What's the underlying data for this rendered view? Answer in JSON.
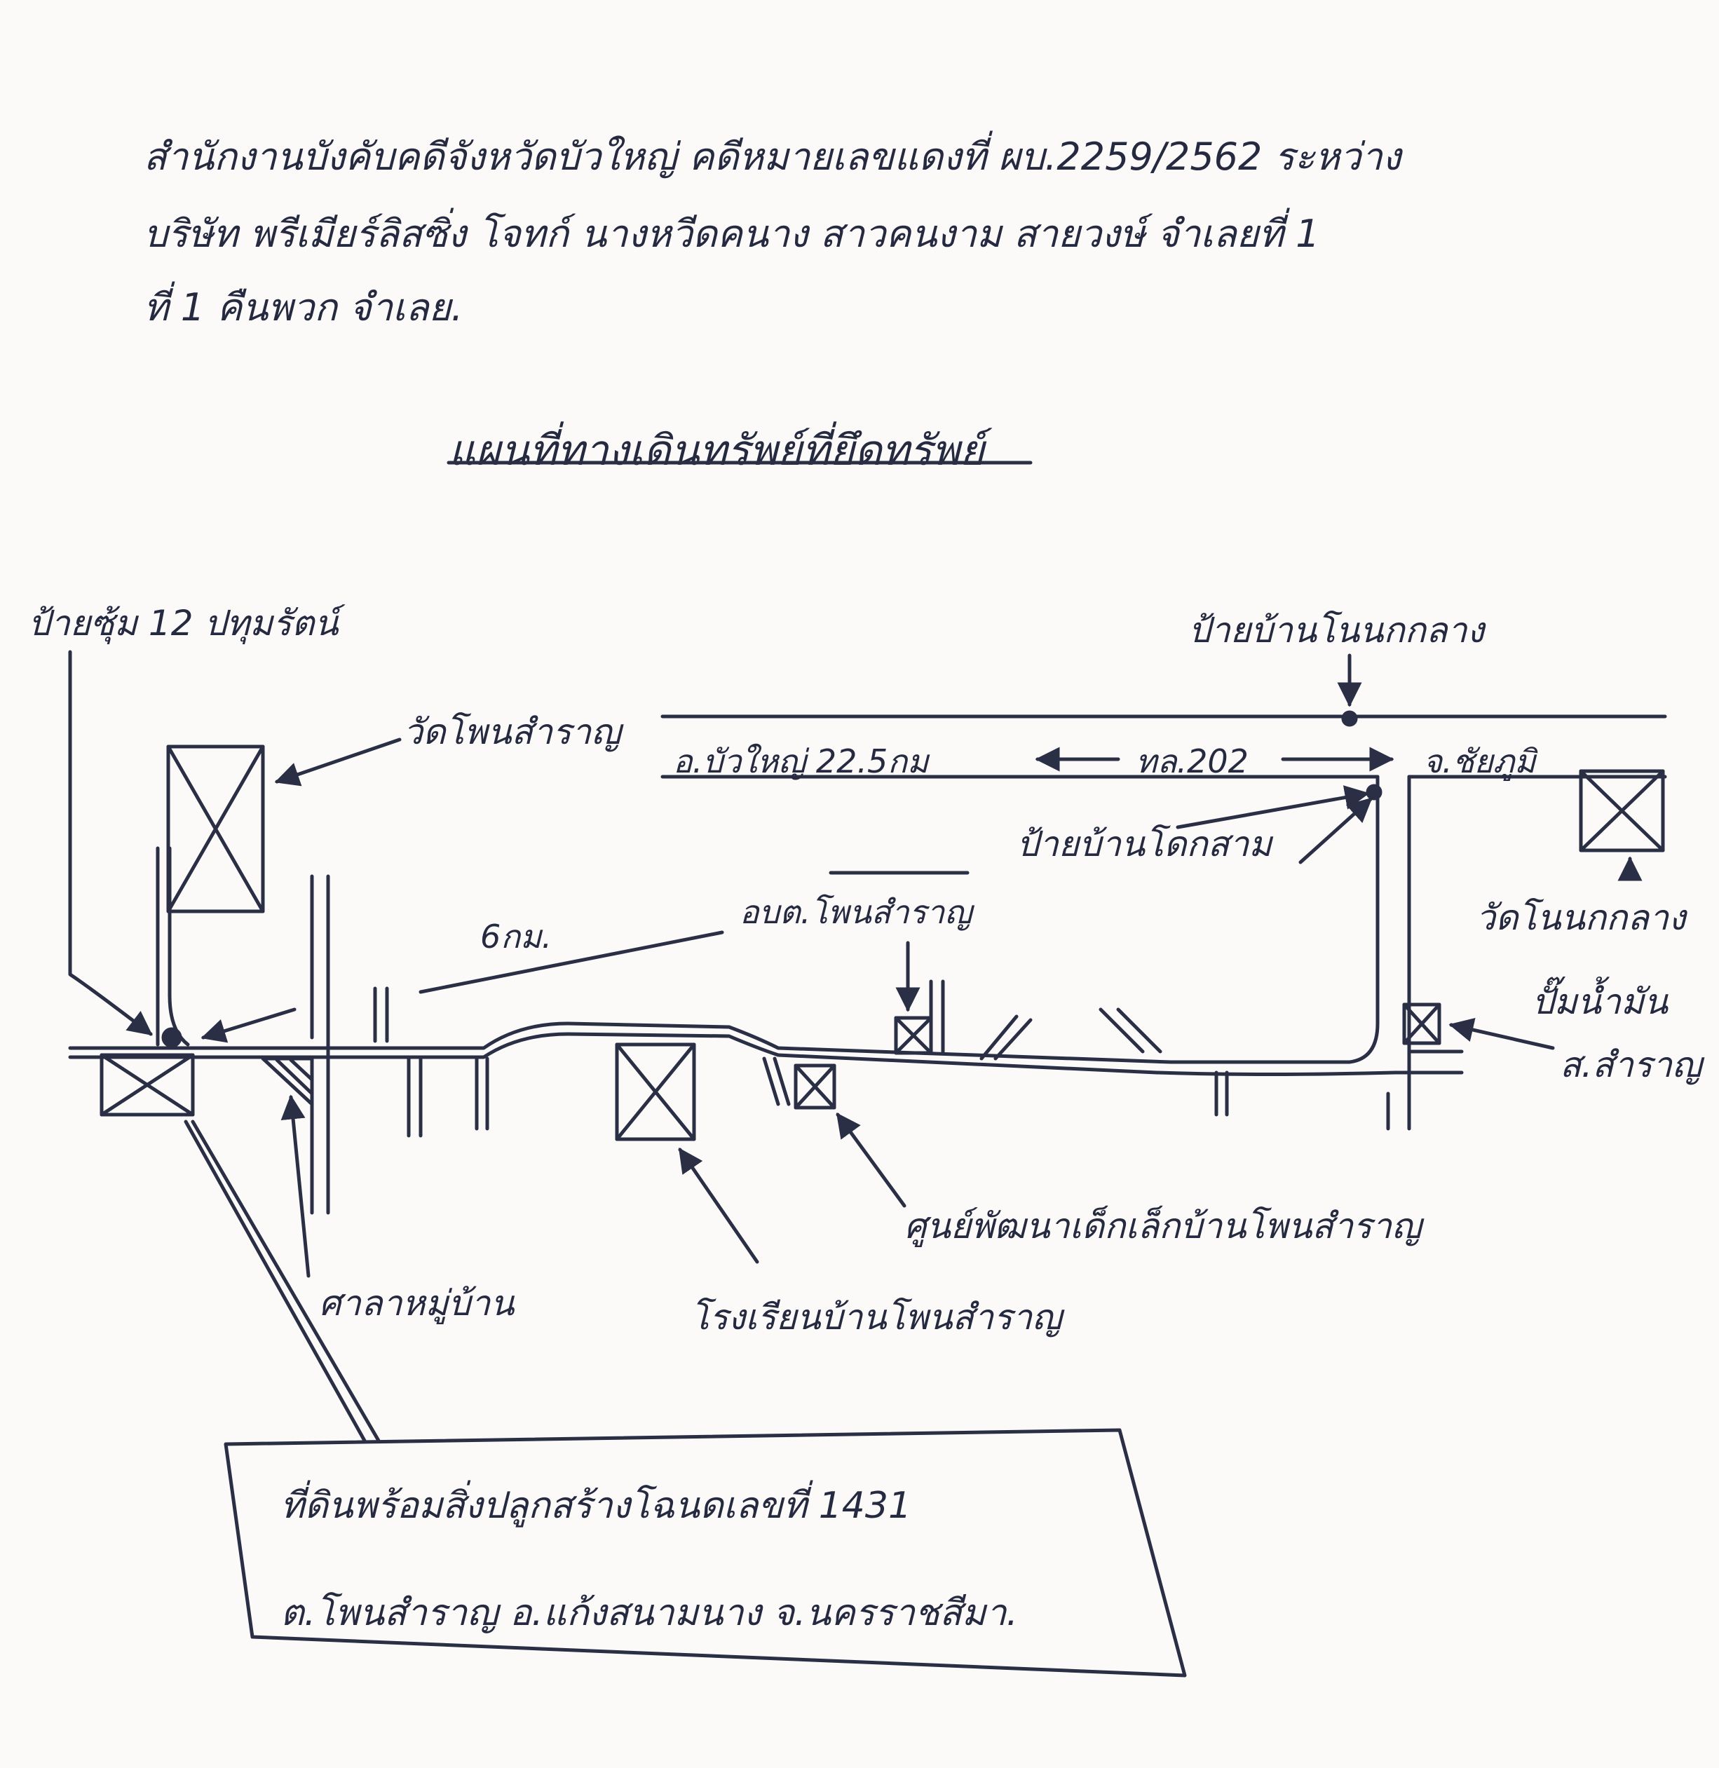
{
  "header": {
    "line1": "สำนักงานบังคับคดีจังหวัดบัวใหญ่ คดีหมายเลขแดงที่ ผบ.2259/2562 ระหว่าง",
    "line2": "บริษัท พรีเมียร์ลิสซิ่ง โจทก์ นางหวีดคนาง สาวคนงาม สายวงษ์ จำเลยที่ 1",
    "line3": "ที่ 1 คืนพวก จำเลย."
  },
  "title": "แผนที่ทางเดินทรัพย์ที่ยึดทรัพย์",
  "labels": {
    "sign_12": "ป้ายซุ้ม 12 ปทุมรัตน์",
    "wat_phon_samran": "วัดโพนสำราญ",
    "to_bua_yai": "อ.บัวใหญ่ 22.5กม",
    "highway": "ทล.202",
    "to_chaiyaphum": "จ.ชัยภูมิ",
    "sign_non_kong_klang": "ป้ายบ้านโนนกกลาง",
    "sign_don_ka_sam": "ป้ายบ้านโดกสาม",
    "wat_non_kong_klang": "วัดโนนกกลาง",
    "distance_6km": "6กม.",
    "sao_bot": "อบต.โพนสำราญ",
    "gas_station": "ปั๊มน้ำมัน",
    "gas_station_name": "ส.สำราญ",
    "child_center": "ศูนย์พัฒนาเด็กเล็กบ้านโพนสำราญ",
    "village_hall": "ศาลาหมู่บ้าน",
    "school": "โรงเรียนบ้านโพนสำราญ"
  },
  "deed_box": {
    "line1": "ที่ดินพร้อมสิ่งปลูกสร้างโฉนดเลขที่ 1431",
    "line2": "ต.โพนสำราญ อ.แก้งสนามนาง จ.นครราชสีมา."
  },
  "colors": {
    "ink": "#2a2f45",
    "paper": "#fbfaf8"
  }
}
